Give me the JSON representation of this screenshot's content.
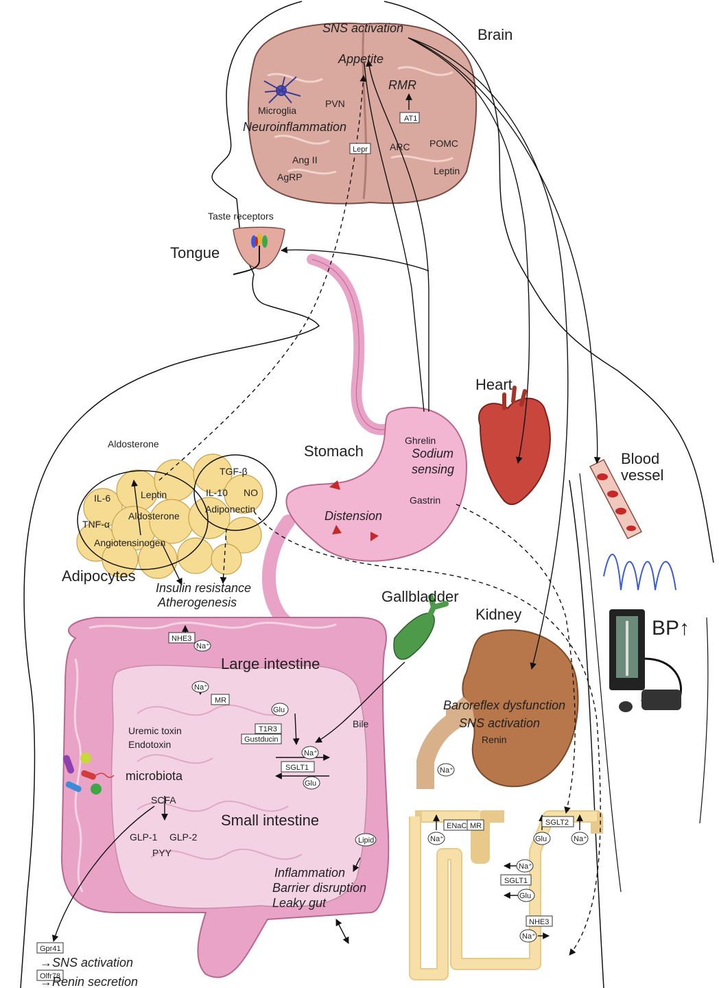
{
  "organs": {
    "brain": "Brain",
    "tongue": "Tongue",
    "taste_receptors": "Taste receptors",
    "heart": "Heart",
    "blood_vessel_1": "Blood",
    "blood_vessel_2": "vessel",
    "stomach": "Stomach",
    "gallbladder": "Gallbladder",
    "kidney": "Kidney",
    "adipocytes": "Adipocytes",
    "large_intestine": "Large intestine",
    "small_intestine": "Small intestine"
  },
  "brain_labels": {
    "sns_activation": "SNS activation",
    "appetite": "Appetite",
    "rmr": "RMR",
    "at1": "AT1",
    "microglia": "Microglia",
    "pvn": "PVN",
    "neuroinflammation": "Neuroinflammation",
    "lepr": "Lepr",
    "arc": "ARC",
    "pomc": "POMC",
    "ang2": "Ang II",
    "agrp": "AgRP",
    "leptin": "Leptin"
  },
  "stomach_labels": {
    "ghrelin": "Ghrelin",
    "sodium_sensing_1": "Sodium",
    "sodium_sensing_2": "sensing",
    "gastrin": "Gastrin",
    "distension": "Distension"
  },
  "adipo_labels": {
    "aldosterone_top": "Aldosterone",
    "tgf": "TGF-β",
    "leptin": "Leptin",
    "il6": "IL-6",
    "il10": "IL-10",
    "no": "NO",
    "aldosterone": "Aldosterone",
    "adiponectin": "Adiponectin",
    "tnf": "TNF-α",
    "angiotensinogen": "Angiotensinogen",
    "insulin_resistance": "Insulin resistance",
    "atherogenesis": "Atherogenesis"
  },
  "bp_label": "BP↑",
  "intestine_labels": {
    "nhe3": "NHE3",
    "na1": "Na⁺",
    "na2": "Na⁺",
    "mr": "MR",
    "glu1": "Glu",
    "t1r3": "T1R3",
    "gustducin": "Gustducin",
    "na3": "Na⁺",
    "sglt1": "SGLT1",
    "glu2": "Glu",
    "uremic_toxin": "Uremic toxin",
    "endotoxin": "Endotoxin",
    "microbiota": "microbiota",
    "scfa": "SCFA",
    "glp1": "GLP-1",
    "glp2": "GLP-2",
    "pyy": "PYY",
    "bile": "Bile",
    "lipid": "Lipid",
    "inflammation": "Inflammation",
    "barrier": "Barrier disruption",
    "leaky": "Leaky gut"
  },
  "bottom_labels": {
    "gpr41": "Gpr41",
    "sns_activation": "→SNS activation",
    "olfr78": "Olfr78",
    "renin_secretion": "→Renin secretion"
  },
  "kidney_labels": {
    "baroreflex": "Baroreflex dysfunction",
    "sns_activation": "SNS activation",
    "renin": "Renin",
    "na": "Na⁺",
    "enac": "ENaC",
    "mr": "MR",
    "na_t1": "Na⁺",
    "sglt2": "SGLT2",
    "glu_t1": "Glu",
    "na_t2": "Na⁺",
    "na_t3": "Na⁺",
    "sglt1": "SGLT1",
    "glu_t2": "Glu",
    "nhe3": "NHE3",
    "na_t4": "Na⁺"
  },
  "colors": {
    "brain": "#d9a9a0",
    "gut": "#e8a3c6",
    "small_gut": "#f3d2e3",
    "fat": "#f6dc93",
    "kidney": "#b8774a",
    "heart": "#c9463c",
    "gallbladder": "#4c9a4a",
    "tubule": "#f7dfa8",
    "wave": "#3a5bd9"
  }
}
